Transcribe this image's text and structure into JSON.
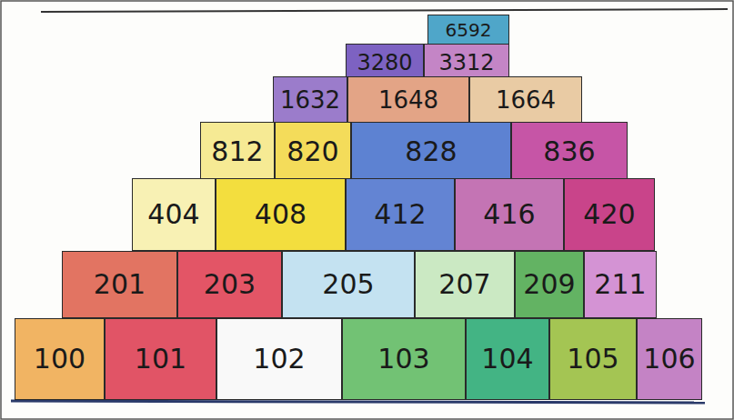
{
  "diagram": {
    "nodes": [
      {
        "text": [
          "6592"
        ]
      },
      {
        "text": [
          "3280"
        ]
      },
      {
        "text": [
          "3312"
        ]
      },
      {
        "text": [
          "1632"
        ]
      },
      {
        "text": [
          "1648"
        ]
      },
      {
        "text": [
          "1664"
        ]
      },
      {
        "text": [
          "812"
        ]
      },
      {
        "text": [
          "820"
        ]
      },
      {
        "text": [
          "828"
        ]
      },
      {
        "text": [
          "836"
        ]
      },
      {
        "text": [
          "404"
        ]
      },
      {
        "text": [
          "408"
        ]
      },
      {
        "text": [
          "412"
        ]
      },
      {
        "text": [
          "416"
        ]
      },
      {
        "text": [
          "420"
        ]
      },
      {
        "text": [
          "201"
        ]
      },
      {
        "text": [
          "203"
        ]
      },
      {
        "text": [
          "205"
        ]
      },
      {
        "text": [
          "207"
        ]
      },
      {
        "text": [
          "209"
        ]
      },
      {
        "text": [
          "211"
        ]
      },
      {
        "text": [
          "100"
        ]
      },
      {
        "text": [
          "101"
        ]
      },
      {
        "text": [
          "102"
        ]
      },
      {
        "text": [
          "103"
        ]
      },
      {
        "text": [
          "104"
        ]
      },
      {
        "text": [
          "105"
        ]
      },
      {
        "text": [
          "106"
        ]
      }
    ]
  }
}
